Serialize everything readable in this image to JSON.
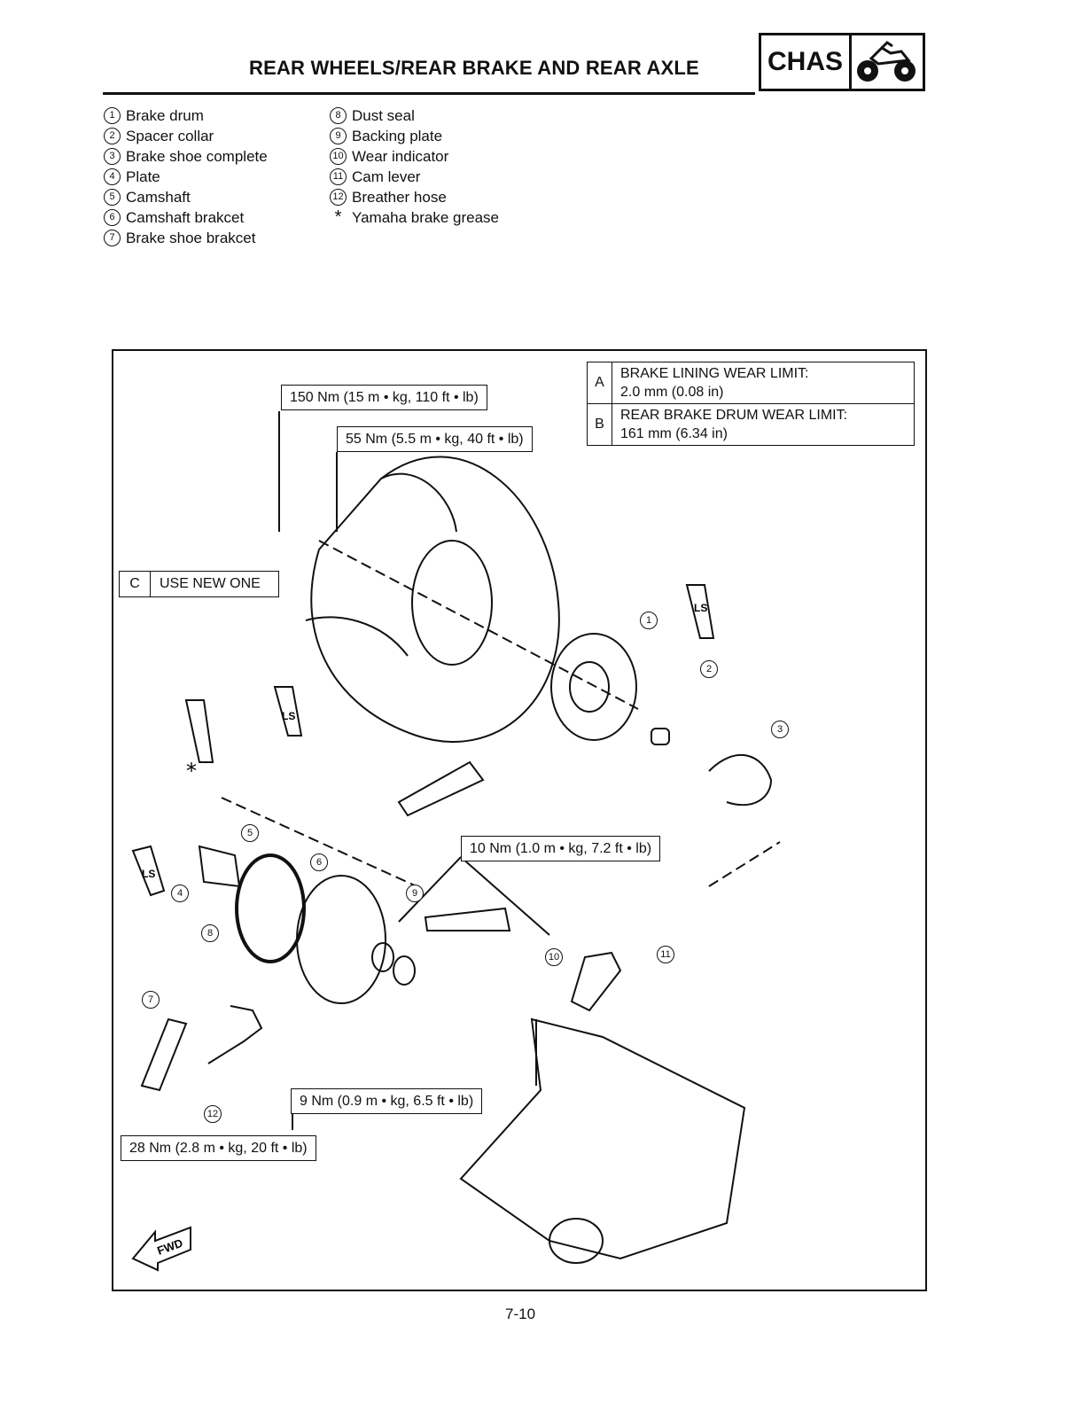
{
  "header": {
    "title": "REAR WHEELS/REAR BRAKE AND REAR AXLE",
    "section_badge": "CHAS",
    "section_icon": "atv-icon"
  },
  "legend": {
    "col1": [
      {
        "num": "1",
        "label": "Brake drum"
      },
      {
        "num": "2",
        "label": "Spacer collar"
      },
      {
        "num": "3",
        "label": "Brake shoe complete"
      },
      {
        "num": "4",
        "label": "Plate"
      },
      {
        "num": "5",
        "label": "Camshaft"
      },
      {
        "num": "6",
        "label": "Camshaft brakcet"
      },
      {
        "num": "7",
        "label": "Brake shoe brakcet"
      }
    ],
    "col2": [
      {
        "num": "8",
        "label": "Dust seal"
      },
      {
        "num": "9",
        "label": "Backing plate"
      },
      {
        "num": "10",
        "label": "Wear indicator"
      },
      {
        "num": "11",
        "label": "Cam lever"
      },
      {
        "num": "12",
        "label": "Breather hose"
      },
      {
        "num": "*",
        "label": "Yamaha brake grease"
      }
    ]
  },
  "specs": [
    {
      "key": "A",
      "line1": "BRAKE LINING WEAR LIMIT:",
      "line2": "2.0 mm (0.08 in)"
    },
    {
      "key": "B",
      "line1": "REAR BRAKE DRUM WEAR LIMIT:",
      "line2": "161 mm (6.34 in)"
    }
  ],
  "note": {
    "key": "C",
    "text": "USE NEW ONE"
  },
  "torques": {
    "t150": "150 Nm (15 m • kg, 110 ft • lb)",
    "t55": "55 Nm (5.5 m • kg, 40 ft • lb)",
    "t10": "10 Nm (1.0 m • kg, 7.2 ft • lb)",
    "t9": "9 Nm (0.9 m • kg, 6.5 ft • lb)",
    "t28": "28 Nm (2.8 m • kg, 20 ft • lb)"
  },
  "diagram": {
    "grease_mark": "LS",
    "asterisk": "*",
    "fwd_label": "FWD",
    "callouts": [
      "1",
      "2",
      "3",
      "4",
      "5",
      "6",
      "7",
      "8",
      "9",
      "10",
      "11",
      "12"
    ]
  },
  "footer": {
    "page": "7-10"
  }
}
